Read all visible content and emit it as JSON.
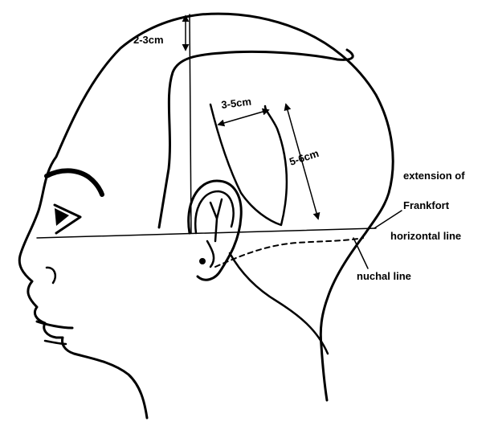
{
  "labels": {
    "depth_top": "2-3cm",
    "width_flap": "3-5cm",
    "length_flap": "5-6cm",
    "extension_line1": "extension of",
    "extension_line2": "Frankfort",
    "extension_line3": "horizontal line",
    "nuchal": "nuchal line"
  },
  "colors": {
    "ink": "#000000",
    "background": "#ffffff"
  }
}
